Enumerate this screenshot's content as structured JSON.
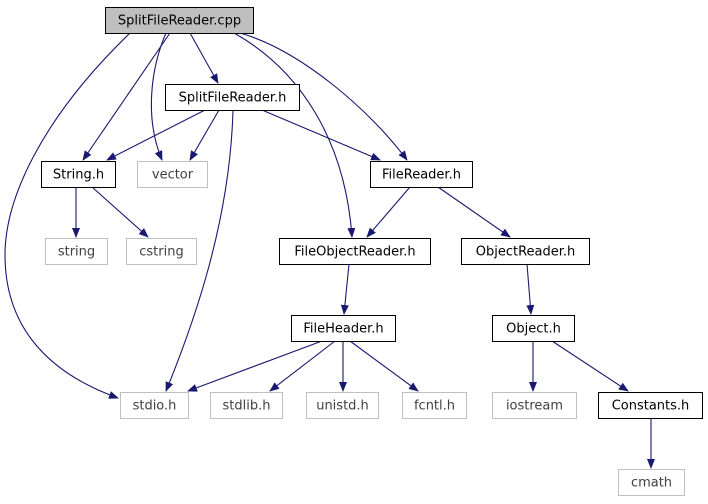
{
  "colors": {
    "edge": "#191970",
    "root_fill": "#bfbfbf",
    "local_border": "#000000",
    "system_border": "#bfbfbf",
    "system_text": "#404040",
    "text": "#000000"
  },
  "nodes": [
    {
      "id": "splitfilereader-cpp",
      "label": "SplitFileReader.cpp",
      "kind": "root"
    },
    {
      "id": "splitfilereader-h",
      "label": "SplitFileReader.h",
      "kind": "local"
    },
    {
      "id": "string-h",
      "label": "String.h",
      "kind": "local"
    },
    {
      "id": "vector",
      "label": "vector",
      "kind": "system"
    },
    {
      "id": "filereader-h",
      "label": "FileReader.h",
      "kind": "local"
    },
    {
      "id": "string",
      "label": "string",
      "kind": "system"
    },
    {
      "id": "cstring",
      "label": "cstring",
      "kind": "system"
    },
    {
      "id": "fileobjectreader-h",
      "label": "FileObjectReader.h",
      "kind": "local"
    },
    {
      "id": "objectreader-h",
      "label": "ObjectReader.h",
      "kind": "local"
    },
    {
      "id": "fileheader-h",
      "label": "FileHeader.h",
      "kind": "local"
    },
    {
      "id": "object-h",
      "label": "Object.h",
      "kind": "local"
    },
    {
      "id": "stdio-h",
      "label": "stdio.h",
      "kind": "system"
    },
    {
      "id": "stdlib-h",
      "label": "stdlib.h",
      "kind": "system"
    },
    {
      "id": "unistd-h",
      "label": "unistd.h",
      "kind": "system"
    },
    {
      "id": "fcntl-h",
      "label": "fcntl.h",
      "kind": "system"
    },
    {
      "id": "iostream",
      "label": "iostream",
      "kind": "system"
    },
    {
      "id": "constants-h",
      "label": "Constants.h",
      "kind": "local"
    },
    {
      "id": "cmath",
      "label": "cmath",
      "kind": "system"
    }
  ],
  "edges": [
    {
      "from": "splitfilereader-cpp",
      "to": "splitfilereader-h"
    },
    {
      "from": "splitfilereader-cpp",
      "to": "string-h"
    },
    {
      "from": "splitfilereader-cpp",
      "to": "vector"
    },
    {
      "from": "splitfilereader-cpp",
      "to": "filereader-h"
    },
    {
      "from": "splitfilereader-cpp",
      "to": "fileobjectreader-h"
    },
    {
      "from": "splitfilereader-cpp",
      "to": "stdio-h"
    },
    {
      "from": "splitfilereader-h",
      "to": "string-h"
    },
    {
      "from": "splitfilereader-h",
      "to": "vector"
    },
    {
      "from": "splitfilereader-h",
      "to": "filereader-h"
    },
    {
      "from": "splitfilereader-h",
      "to": "stdio-h"
    },
    {
      "from": "string-h",
      "to": "string"
    },
    {
      "from": "string-h",
      "to": "cstring"
    },
    {
      "from": "filereader-h",
      "to": "fileobjectreader-h"
    },
    {
      "from": "filereader-h",
      "to": "objectreader-h"
    },
    {
      "from": "fileobjectreader-h",
      "to": "fileheader-h"
    },
    {
      "from": "objectreader-h",
      "to": "object-h"
    },
    {
      "from": "fileheader-h",
      "to": "stdio-h"
    },
    {
      "from": "fileheader-h",
      "to": "stdlib-h"
    },
    {
      "from": "fileheader-h",
      "to": "unistd-h"
    },
    {
      "from": "fileheader-h",
      "to": "fcntl-h"
    },
    {
      "from": "object-h",
      "to": "iostream"
    },
    {
      "from": "object-h",
      "to": "constants-h"
    },
    {
      "from": "constants-h",
      "to": "cmath"
    }
  ]
}
